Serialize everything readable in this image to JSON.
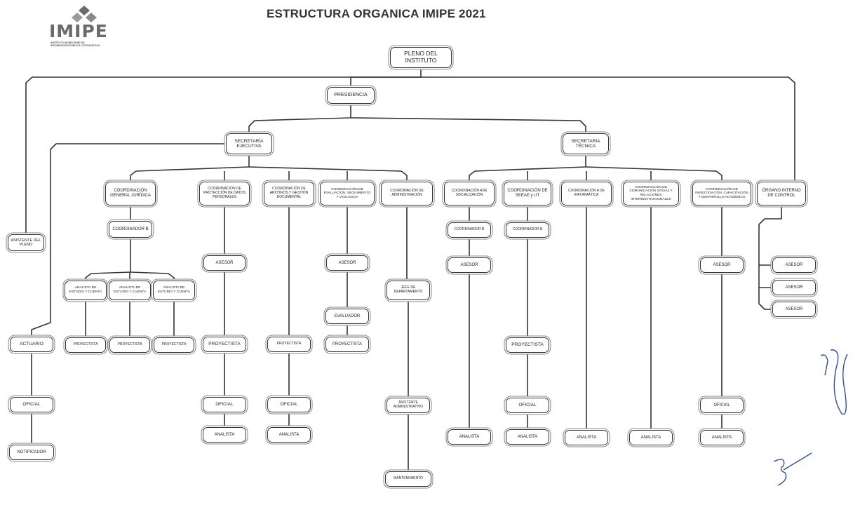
{
  "header": {
    "title": "ESTRUCTURA ORGANICA IMIPE 2021",
    "logo_text": "IMIPE",
    "logo_subtitle_1": "INSTITUTO MORELENSE DE",
    "logo_subtitle_2": "INFORMACIÓN PÚBLICA Y ESTADÍSTICA"
  },
  "nodes": {
    "pleno": "PLENO DEL INSTITUTO",
    "presidencia": "PRESIDENCIA",
    "secretaria_ejecutiva": "SECRETARÍA EJECUTIVA",
    "secretaria_tecnica": "SECRETARIA TÉCNICA",
    "asistente_pleno": "ASISTENTE DEL PLENO",
    "actuario": "ACTUARIO",
    "oficial_actuario": "OFICIAL",
    "notificador": "NOTIFICADOR",
    "coord_juridica": "COORDINACIÓN GENERAL JURÍDICA",
    "coordinador_b_juridica": "COORDINADOR B",
    "analista_1": "ANALISTA DE ESTUDIO Y CUENTA",
    "analista_2": "ANALISTA DE ESTUDIO Y CUENTA",
    "analista_3": "ANALISTA DE ESTUDIO Y CUENTA",
    "proyectista_1": "PROYECTISTA",
    "proyectista_2": "PROYECTISTA",
    "proyectista_3": "PROYECTISTA",
    "coord_datos": "COORDINACIÓN DE PROTECCIÓN DE DATOS PERSONALES",
    "asesor_datos": "ASESOR",
    "proyectista_datos": "PROYECTISTA",
    "oficial_datos": "OFICIAL",
    "analista_datos": "ANALISTA",
    "coord_archivos": "COORDINACIÓN DE ARCHIVOS Y GESTIÓN DOCUMENTAL",
    "proyectista_archivos": "PROYECTISTA",
    "oficial_archivos": "OFICIAL",
    "analista_archivos": "ANALISTA",
    "coord_evaluacion": "COORDINACIÓN DE EVALUACIÓN, SEGUIMIENTO Y VIGILANCIA",
    "asesor_eval": "ASESOR",
    "evaluador": "EVALUADOR",
    "proyectista_eval": "PROYECTISTA",
    "coord_admin": "COORDINACIÓN DE ADMINISTRACIÓN",
    "jefe_depto": "JEFE DE DEPARTAMENTO",
    "asistente_admin": "ASISTENTE ADMINISTRATIVO",
    "mantenimiento": "MANTENIMIENTO",
    "coord_socializacion": "COORDINACIÓN ADE SOCIALIZACIÓN",
    "coordinador_b_social": "COORDINADOR B",
    "asesor_social": "ASESOR",
    "analista_social": "ANALISTA",
    "coord_seeae": "COORDINACIÓN DE SEEAE y UT",
    "coordinador_b_seeae": "COORDINADOR B",
    "proyectista_seeae": "PROYECTISTA",
    "oficial_seeae": "OFICIAL",
    "analista_seeae": "ANALISTA",
    "coord_informatica": "COORDINACIÓN A DE INFORMÁTICA",
    "analista_informatica": "ANALISTA",
    "coord_comunicacion": "COORDINACIÓN DE COMUNICACIÓN SOCIAL Y RELACIONES INTERINSTITUCIONALES",
    "analista_comunicacion": "ANALISTA",
    "coord_investigacion": "COORDINACIÓN DE INVESTIGACIÓN, CAPACITACIÓN Y DESARROLLO ACADÉMICO",
    "asesor_investigacion": "ASESOR",
    "oficial_investigacion": "OFICIAL",
    "analista_investigacion": "ANALISTA",
    "organo_control": "ÓRGANO INTERNO DE CONTROL",
    "asesor_oic_1": "ASESOR",
    "asesor_oic_2": "ASESOR",
    "asesor_oic_3": "ASESOR"
  },
  "signatures": {
    "mark_1": "7/8",
    "mark_2": "3/"
  },
  "colors": {
    "line": "#333333",
    "signature": "#2c4fa8"
  }
}
